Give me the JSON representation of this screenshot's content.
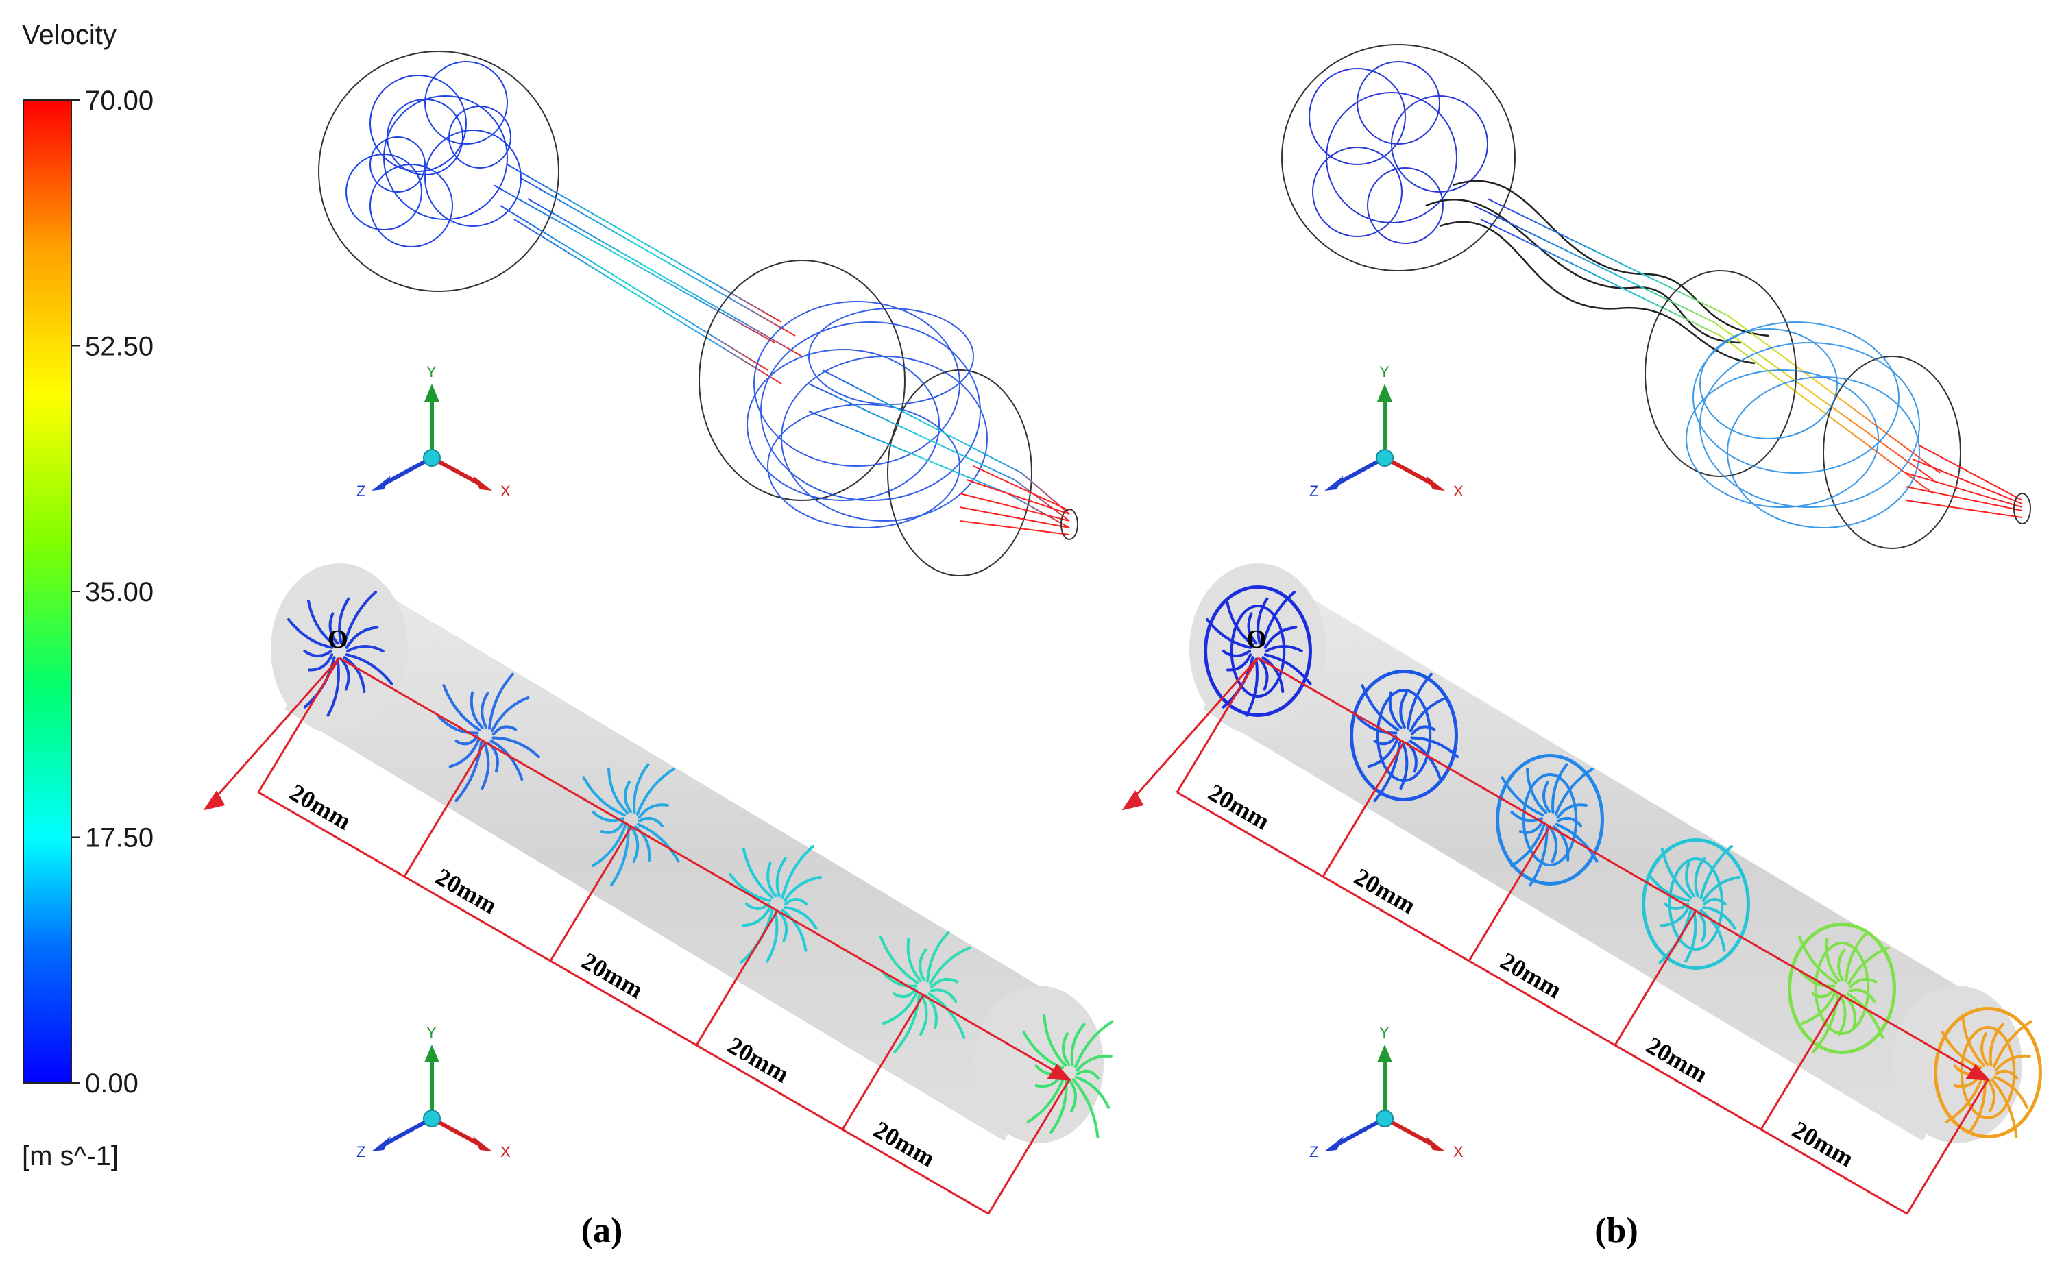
{
  "legend": {
    "title": "Velocity",
    "unit": "[m s^-1]",
    "ticks": [
      "70.00",
      "52.50",
      "35.00",
      "17.50",
      "0.00"
    ],
    "colormap": [
      "#0000ff",
      "#0070ff",
      "#00ffff",
      "#00ff70",
      "#80ff00",
      "#ffff00",
      "#ffa000",
      "#ff0000"
    ]
  },
  "axes_triad": {
    "y": "Y",
    "z": "Z",
    "x": "X"
  },
  "panels": [
    {
      "label": "(a)",
      "origin_label": "O",
      "segment_labels": [
        "20mm",
        "20mm",
        "20mm",
        "20mm",
        "20mm"
      ],
      "slice_colors": [
        "#1f3fe0",
        "#2a6fe8",
        "#25a8e6",
        "#22ccd8",
        "#2ddcb4",
        "#3fe070"
      ]
    },
    {
      "label": "(b)",
      "origin_label": "O",
      "segment_labels": [
        "20mm",
        "20mm",
        "20mm",
        "20mm",
        "20mm"
      ],
      "slice_colors": [
        "#1a2ee0",
        "#1c56e6",
        "#2386ea",
        "#27c4d6",
        "#7ee04a",
        "#f0a020"
      ]
    }
  ]
}
